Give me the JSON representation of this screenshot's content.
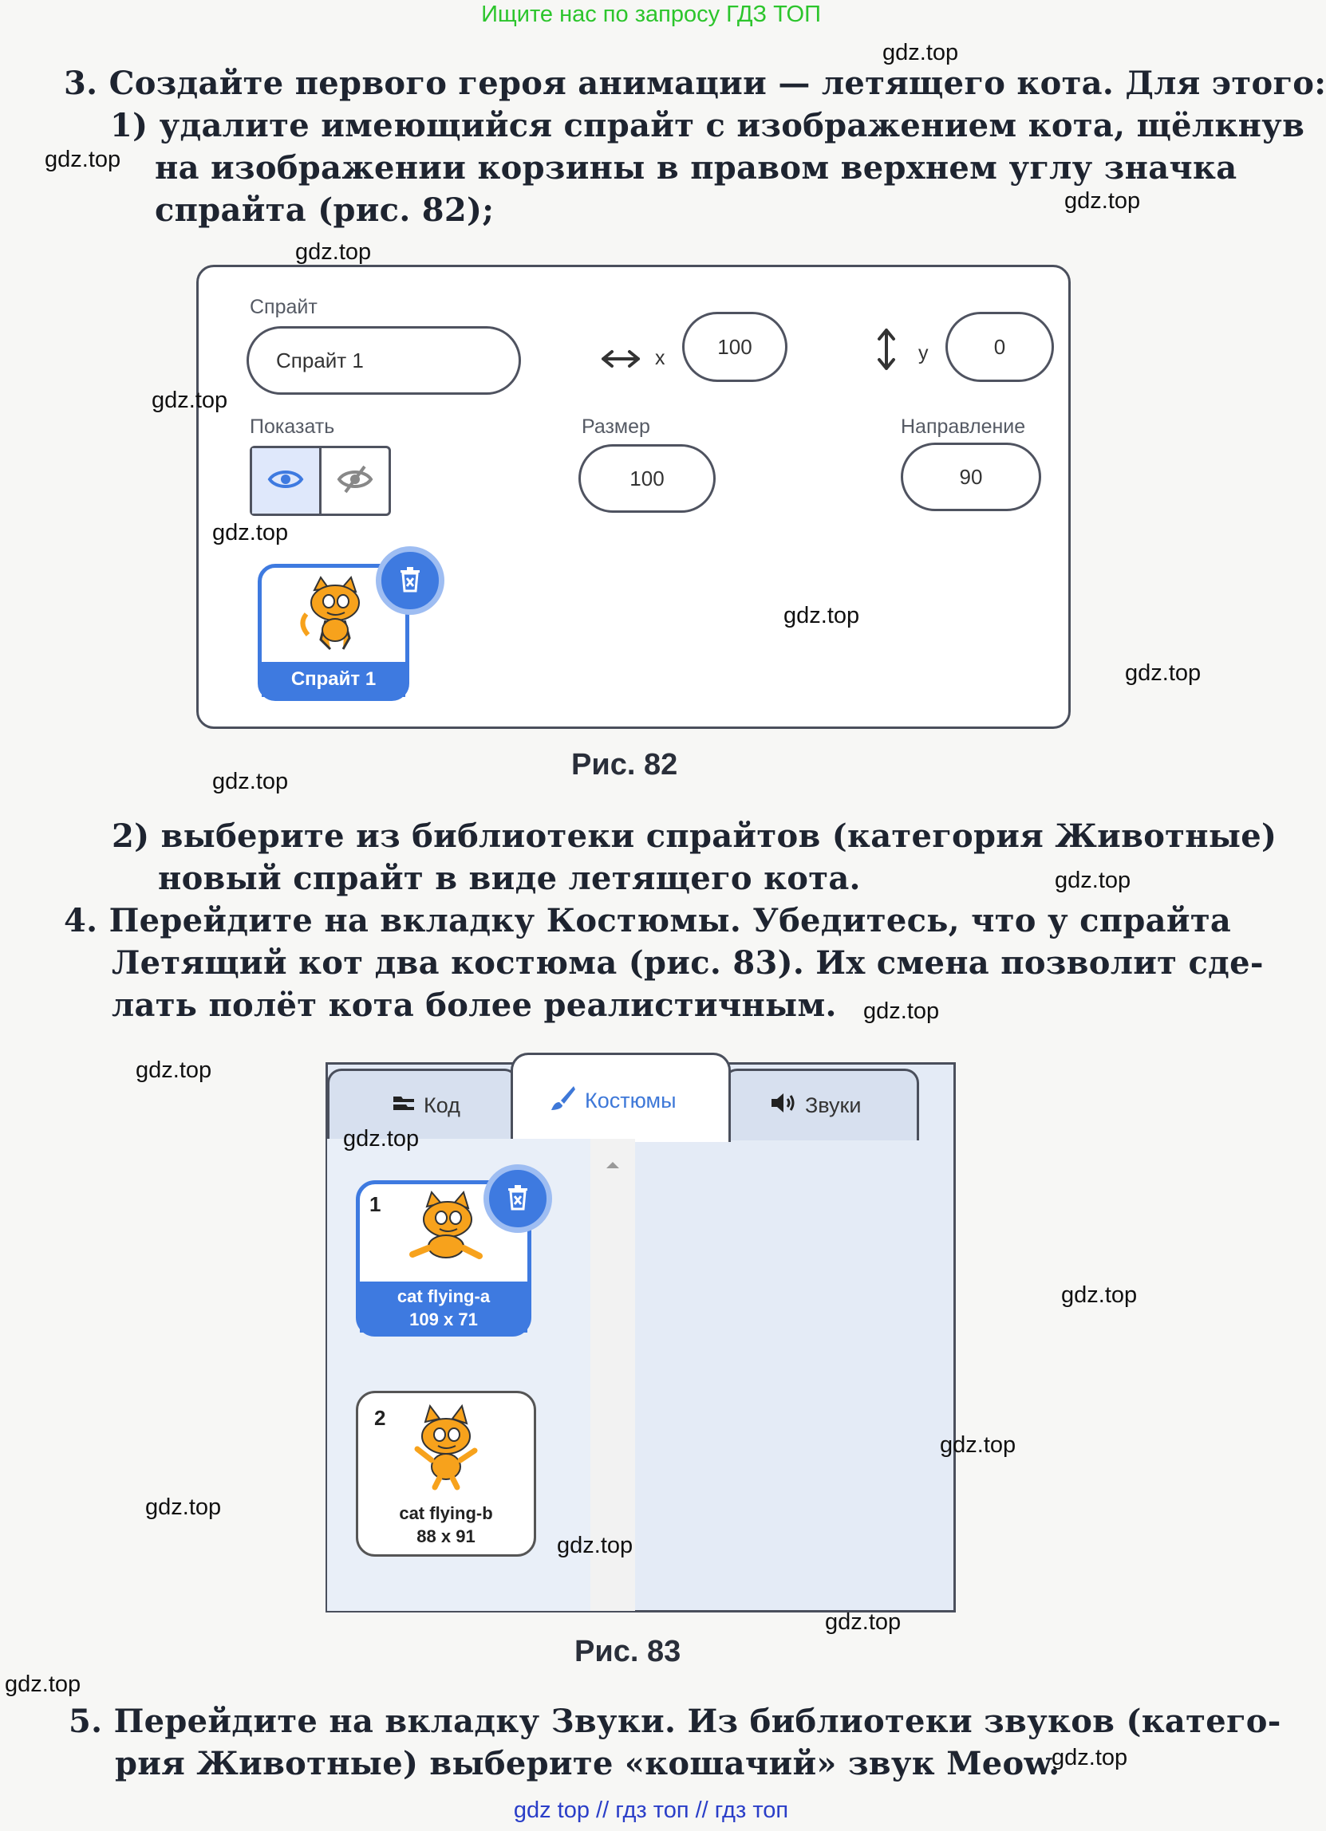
{
  "banner": {
    "top": "Ищите нас по запросу ГДЗ ТОП",
    "bottom": "gdz top  //  гдз топ  //  гдз топ"
  },
  "watermark": "gdz.top",
  "text": {
    "t3_l1": "3. Создайте первого героя анимации — летящего кота. Для этого:",
    "t3_l2": "1) удалите имеющийся спрайт с изображением кота, щёлкнув",
    "t3_l3": "на изображении корзины в правом верхнем углу значка",
    "t3_l4": "спрайта (рис. 82);",
    "t2_l1_a": "2) выберите из библиотеки спрайтов (категория ",
    "t2_l1_b": "Животные)",
    "t2_l2": "новый спрайт в виде летящего кота.",
    "t4_l1_a": "4. Перейдите на вкладку ",
    "t4_l1_b": "Костюмы.",
    "t4_l1_c": " Убедитесь, что у спрайта",
    "t4_l2_a": "Летящий кот",
    "t4_l2_b": " два костюма (рис. 83). Их смена позволит сде-",
    "t4_l3": "лать полёт кота более реалистичным.",
    "t5_l1_a": "5. Перейдите на вкладку ",
    "t5_l1_b": "Звуки.",
    "t5_l1_c": " Из библиотеки звуков (катего-",
    "t5_l2_a": "рия ",
    "t5_l2_b": "Животные)",
    "t5_l2_c": " выберите «кошачий» звук ",
    "t5_l2_d": "Meow."
  },
  "fig82": {
    "caption": "Рис. 82",
    "sprite_label": "Спрайт",
    "sprite_name": "Спрайт 1",
    "x_label": "x",
    "x_value": "100",
    "y_label": "y",
    "y_value": "0",
    "show_label": "Показать",
    "size_label": "Размер",
    "size_value": "100",
    "direction_label": "Направление",
    "direction_value": "90",
    "thumb_name": "Спрайт 1",
    "accent": "#3e7ae0"
  },
  "fig83": {
    "caption": "Рис. 83",
    "tabs": [
      {
        "label": "Код"
      },
      {
        "label": "Костюмы"
      },
      {
        "label": "Звуки"
      }
    ],
    "costumes": [
      {
        "num": "1",
        "name": "cat flying-a",
        "size": "109 x 71"
      },
      {
        "num": "2",
        "name": "cat flying-b",
        "size": "88 x 91"
      }
    ]
  }
}
